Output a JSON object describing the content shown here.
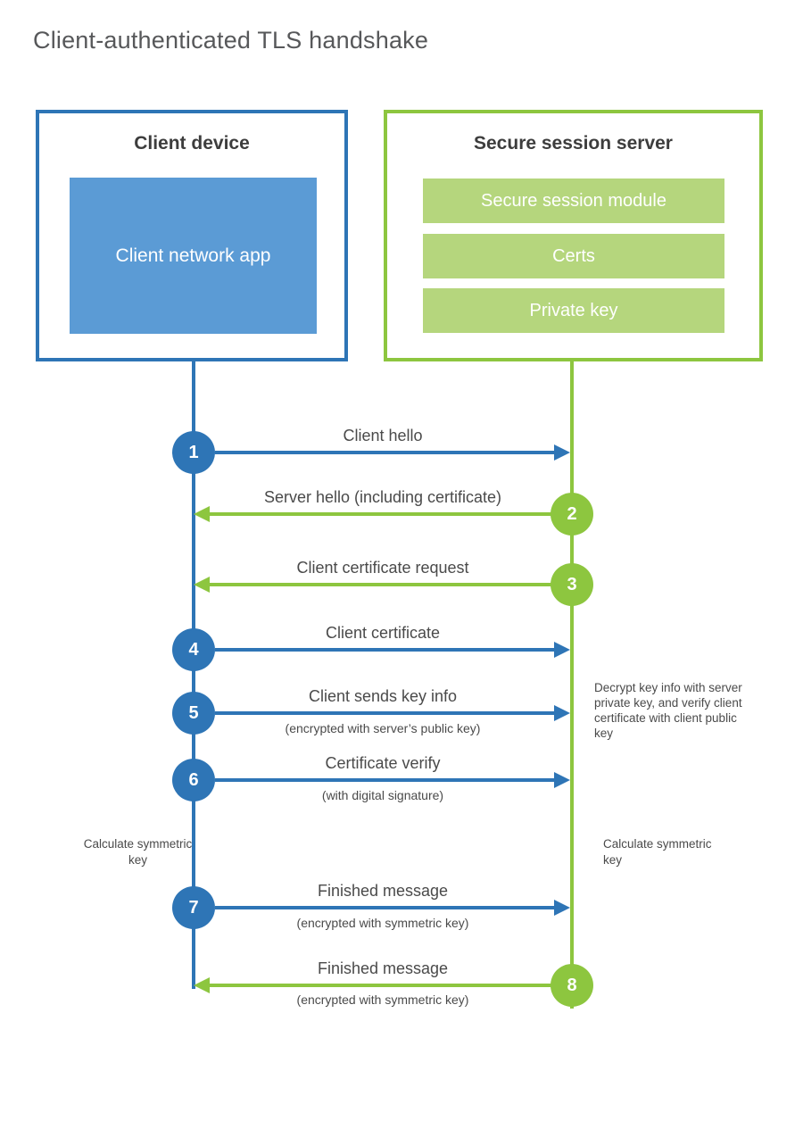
{
  "page": {
    "title": "Client-authenticated TLS handshake"
  },
  "client": {
    "title": "Client device",
    "app_label": "Client network app"
  },
  "server": {
    "title": "Secure session server",
    "modules": [
      "Secure session module",
      "Certs",
      "Private key"
    ]
  },
  "steps": [
    {
      "number": "1",
      "label": "Client hello",
      "direction": "client-to-server"
    },
    {
      "number": "2",
      "label": "Server hello (including certificate)",
      "direction": "server-to-client"
    },
    {
      "number": "3",
      "label": "Client certificate request",
      "direction": "server-to-client"
    },
    {
      "number": "4",
      "label": "Client certificate",
      "direction": "client-to-server"
    },
    {
      "number": "5",
      "label": "Client sends key info",
      "sublabel": "(encrypted with server’s public key)",
      "direction": "client-to-server"
    },
    {
      "number": "6",
      "label": "Certificate verify",
      "sublabel": "(with digital signature)",
      "direction": "client-to-server"
    },
    {
      "number": "7",
      "label": "Finished message",
      "sublabel": "(encrypted with symmetric key)",
      "direction": "client-to-server"
    },
    {
      "number": "8",
      "label": "Finished message",
      "sublabel": "(encrypted with symmetric key)",
      "direction": "server-to-client"
    }
  ],
  "notes": {
    "decrypt": "Decrypt key info with server private key, and verify client certificate with client public key",
    "calc_left": "Calculate symmetric key",
    "calc_right": "Calculate symmetric key"
  },
  "colors": {
    "client_accent": "#2e75b6",
    "client_fill": "#5b9bd5",
    "server_accent": "#8dc63f",
    "server_fill": "#b5d67d",
    "text_dark": "#3d3d3d",
    "text_body": "#4a4a4a",
    "title_gray": "#57585a"
  }
}
